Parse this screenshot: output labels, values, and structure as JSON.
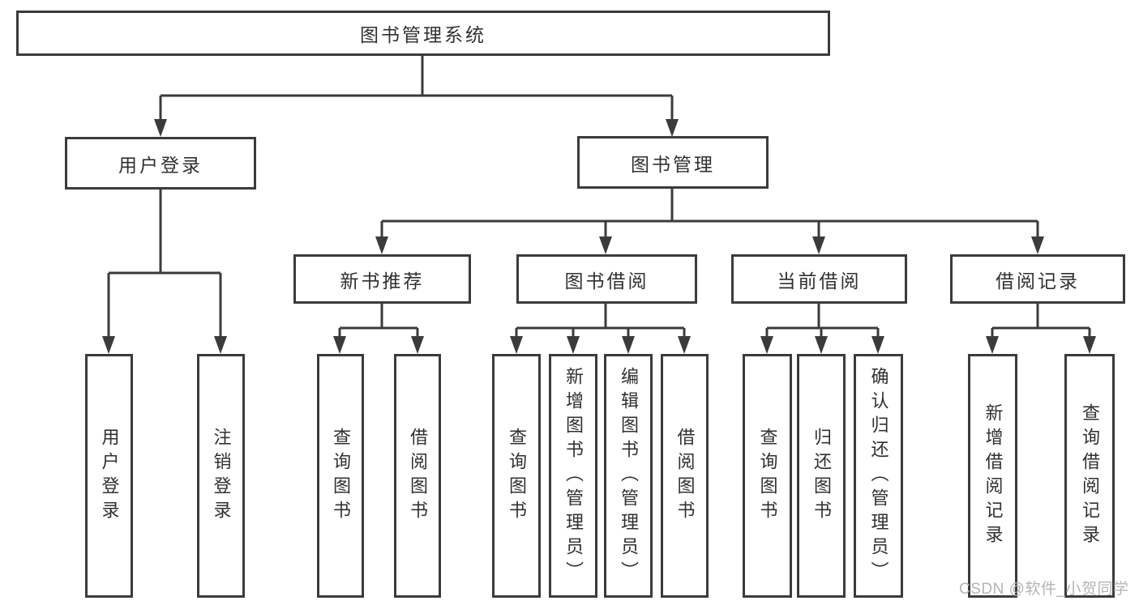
{
  "nodes": {
    "root": "图书管理系统",
    "user_login_group": "用户登录",
    "book_mgmt": "图书管理",
    "new_book_rec": "新书推荐",
    "book_borrow": "图书借阅",
    "current_borrow": "当前借阅",
    "borrow_record": "借阅记录",
    "user_login": "用户登录",
    "logout": "注销登录",
    "nb_query": "查询图书",
    "nb_borrow": "借阅图书",
    "bb_query": "查询图书",
    "bb_add": "新增图书（管理员）",
    "bb_edit": "编辑图书（管理员）",
    "bb_borrow": "借阅图书",
    "cb_query": "查询图书",
    "cb_return": "归还图书",
    "cb_confirm": "确认归还（管理员）",
    "br_add": "新增借阅记录",
    "br_query": "查询借阅记录"
  },
  "watermark": "CSDN @软件_小贺同学",
  "colors": {
    "line": "#3b3b3b",
    "text": "#303030",
    "watermark": "#b4b4b4",
    "background": "#ffffff"
  }
}
